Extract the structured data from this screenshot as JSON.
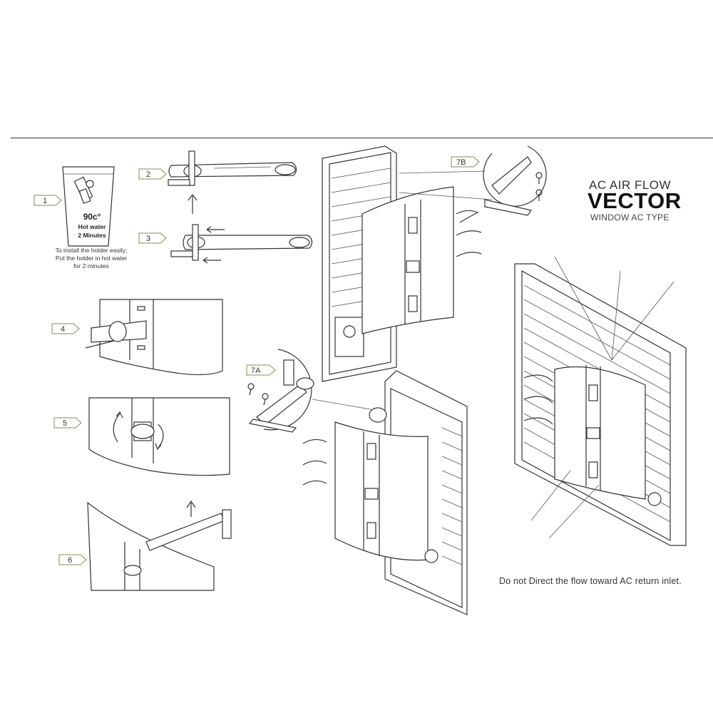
{
  "title": {
    "line1": "AC AIR FLOW",
    "line2": "VECTOR",
    "line3": "WINDOW AC TYPE"
  },
  "step1": {
    "temperature": "90c°",
    "line1": "Hot water",
    "line2": "2 Minutes",
    "caption": "To install the holder easily; Put the holder in hot water for 2 minutes"
  },
  "steps": [
    "1",
    "2",
    "3",
    "4",
    "5",
    "6",
    "7A",
    "7B"
  ],
  "note": "Do not Direct the flow toward AC return inlet.",
  "colors": {
    "line": "#333333",
    "tag_border": "#8a8a55",
    "background": "#ffffff"
  }
}
